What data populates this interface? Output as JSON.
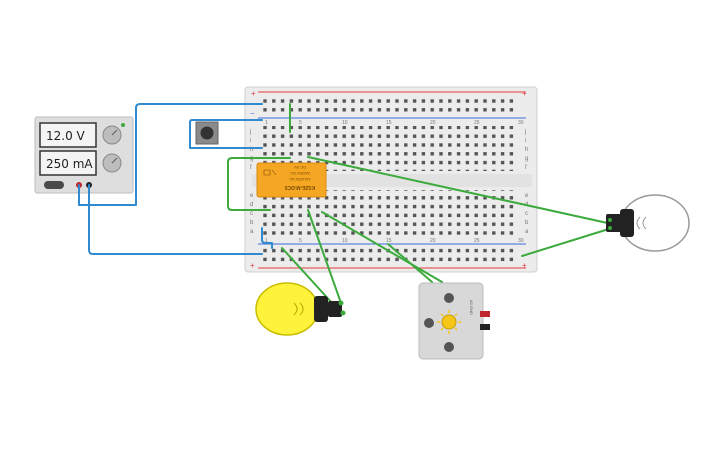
{
  "power_supply": {
    "voltage_readout": "12.0 V",
    "current_readout": "250 mA",
    "display_color": "#f4f4f4",
    "body_color": "#dedede"
  },
  "relay": {
    "line1": "KS2E-M-DC5",
    "line2": "1A/125V AC",
    "line3": "2A/30V DC",
    "line4": "DC 5V",
    "color": "#f5a623"
  },
  "breadboard": {
    "column_numbers_top": [
      "1",
      "5",
      "10",
      "15",
      "20",
      "25",
      "30"
    ],
    "row_letters_top": [
      "j",
      "i",
      "h",
      "g",
      "f"
    ],
    "row_letters_bottom": [
      "e",
      "d",
      "c",
      "b",
      "a"
    ],
    "rail_plus": "+",
    "rail_minus": "−",
    "rail_red": "#e33b3b",
    "rail_blue": "#3c6ddc",
    "body_color": "#ececec"
  },
  "sensor": {
    "pin_label": "A0 GND"
  },
  "colors": {
    "wire_green": "#3caa3c",
    "wire_blue": "#2f8ad0",
    "wire_red": "#c0262f",
    "bulb_on": "#fff23a",
    "bulb_off": "#ffffff"
  }
}
